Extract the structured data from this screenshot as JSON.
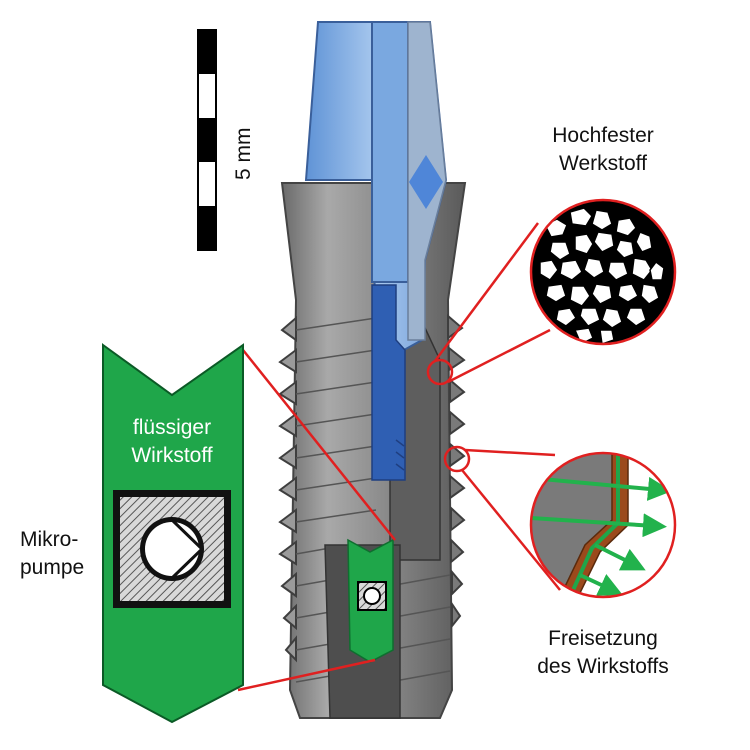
{
  "labels": {
    "scale": "5 mm",
    "material_line1": "Hochfester",
    "material_line2": "Werkstoff",
    "liquid_line1": "flüssiger",
    "liquid_line2": "Wirkstoff",
    "pump_line1": "Mikro-",
    "pump_line2": "pumpe",
    "release_line1": "Freisetzung",
    "release_line2": "des Wirkstoffs"
  },
  "colors": {
    "implant_grey": "#8a8a8a",
    "implant_dark": "#5e5e5e",
    "abutment_blue": "#6f9fd8",
    "screw_blue": "#2f5fb3",
    "drug_green": "#1fa64a",
    "callout_red": "#e02020",
    "wall_brown": "#9b4a1c",
    "arrow_green": "#22b24c"
  }
}
